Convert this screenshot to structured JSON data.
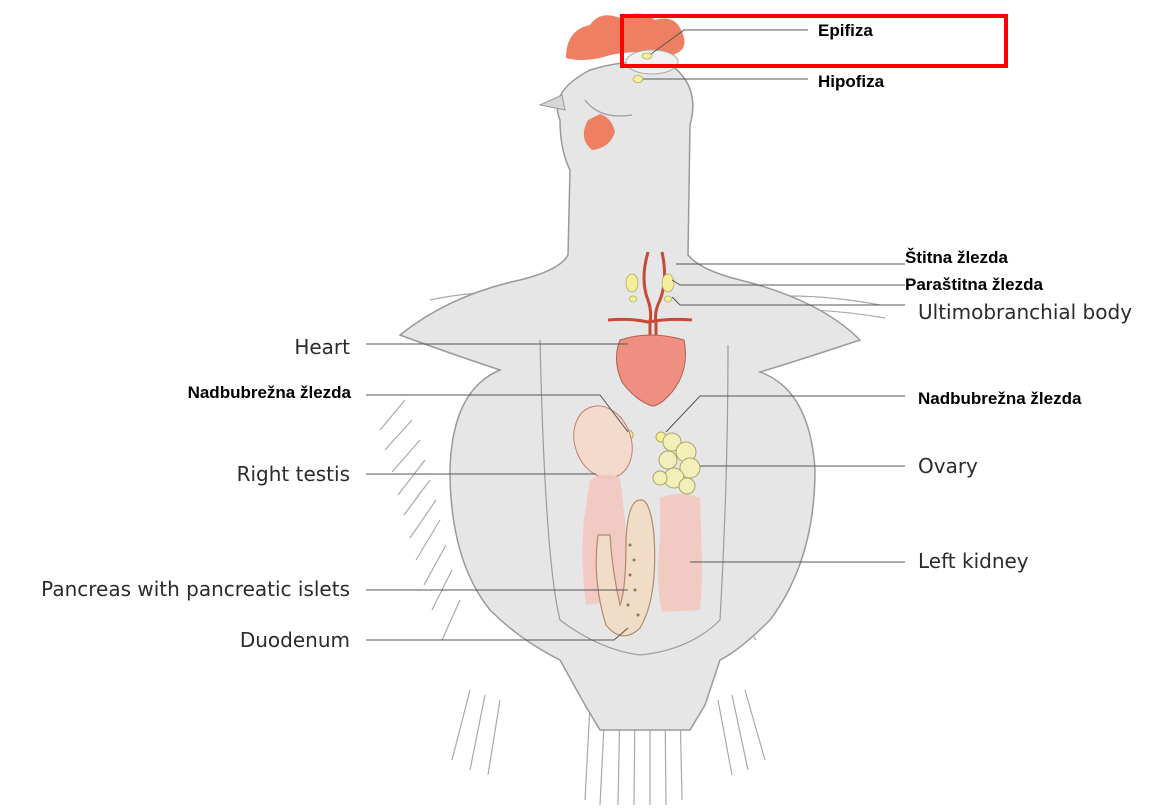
{
  "labels": {
    "epifiza": "Epifiza",
    "hipofiza": "Hipofiza",
    "stitna": "Štitna žlezda",
    "parastitna": "Paraštitna žlezda",
    "ultimobranchial": "Ultimobranchial body",
    "heart": "Heart",
    "nadbubrezna_left": "Nadbubrežna žlezda",
    "nadbubrezna_right": "Nadbubrežna žlezda",
    "right_testis": "Right testis",
    "ovary": "Ovary",
    "left_kidney": "Left kidney",
    "pancreas": "Pancreas with pancreatic islets",
    "duodenum": "Duodenum"
  },
  "colors": {
    "body_fill": "#e6e6e6",
    "outline": "#8a8a8a",
    "comb": "#ee7f63",
    "organ": "#ef8f82",
    "kidney": "#f2c6c0",
    "gland": "#f3ef9f",
    "vessel": "#c64a34",
    "highlight": "#ff0000",
    "leader": "#555555"
  },
  "icons": {
    "highlight": "red-rectangle-highlight"
  }
}
